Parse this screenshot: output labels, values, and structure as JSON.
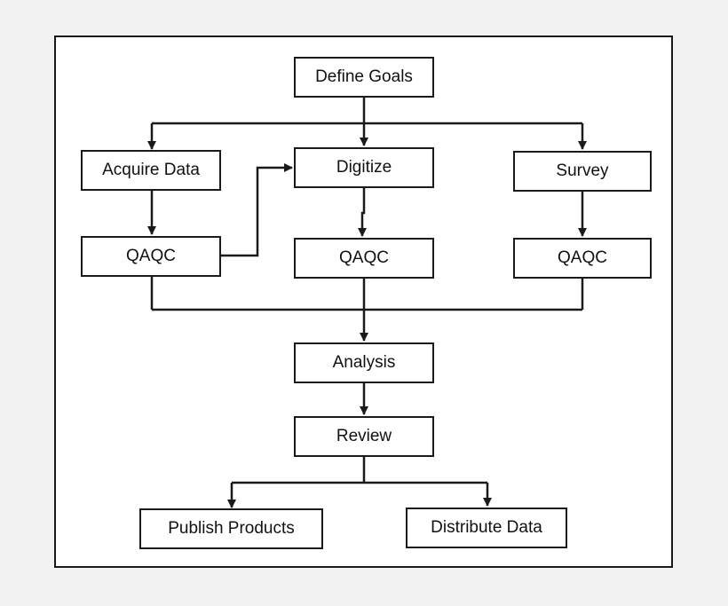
{
  "nodes": {
    "define_goals": "Define Goals",
    "acquire_data": "Acquire Data",
    "digitize": "Digitize",
    "survey": "Survey",
    "qaqc_acquire": "QAQC",
    "qaqc_digitize": "QAQC",
    "qaqc_survey": "QAQC",
    "analysis": "Analysis",
    "review": "Review",
    "publish_products": "Publish Products",
    "distribute_data": "Distribute Data"
  },
  "colors": {
    "line": "#1a1a1a",
    "box_fill": "#ffffff",
    "background": "#f2f2f2"
  }
}
